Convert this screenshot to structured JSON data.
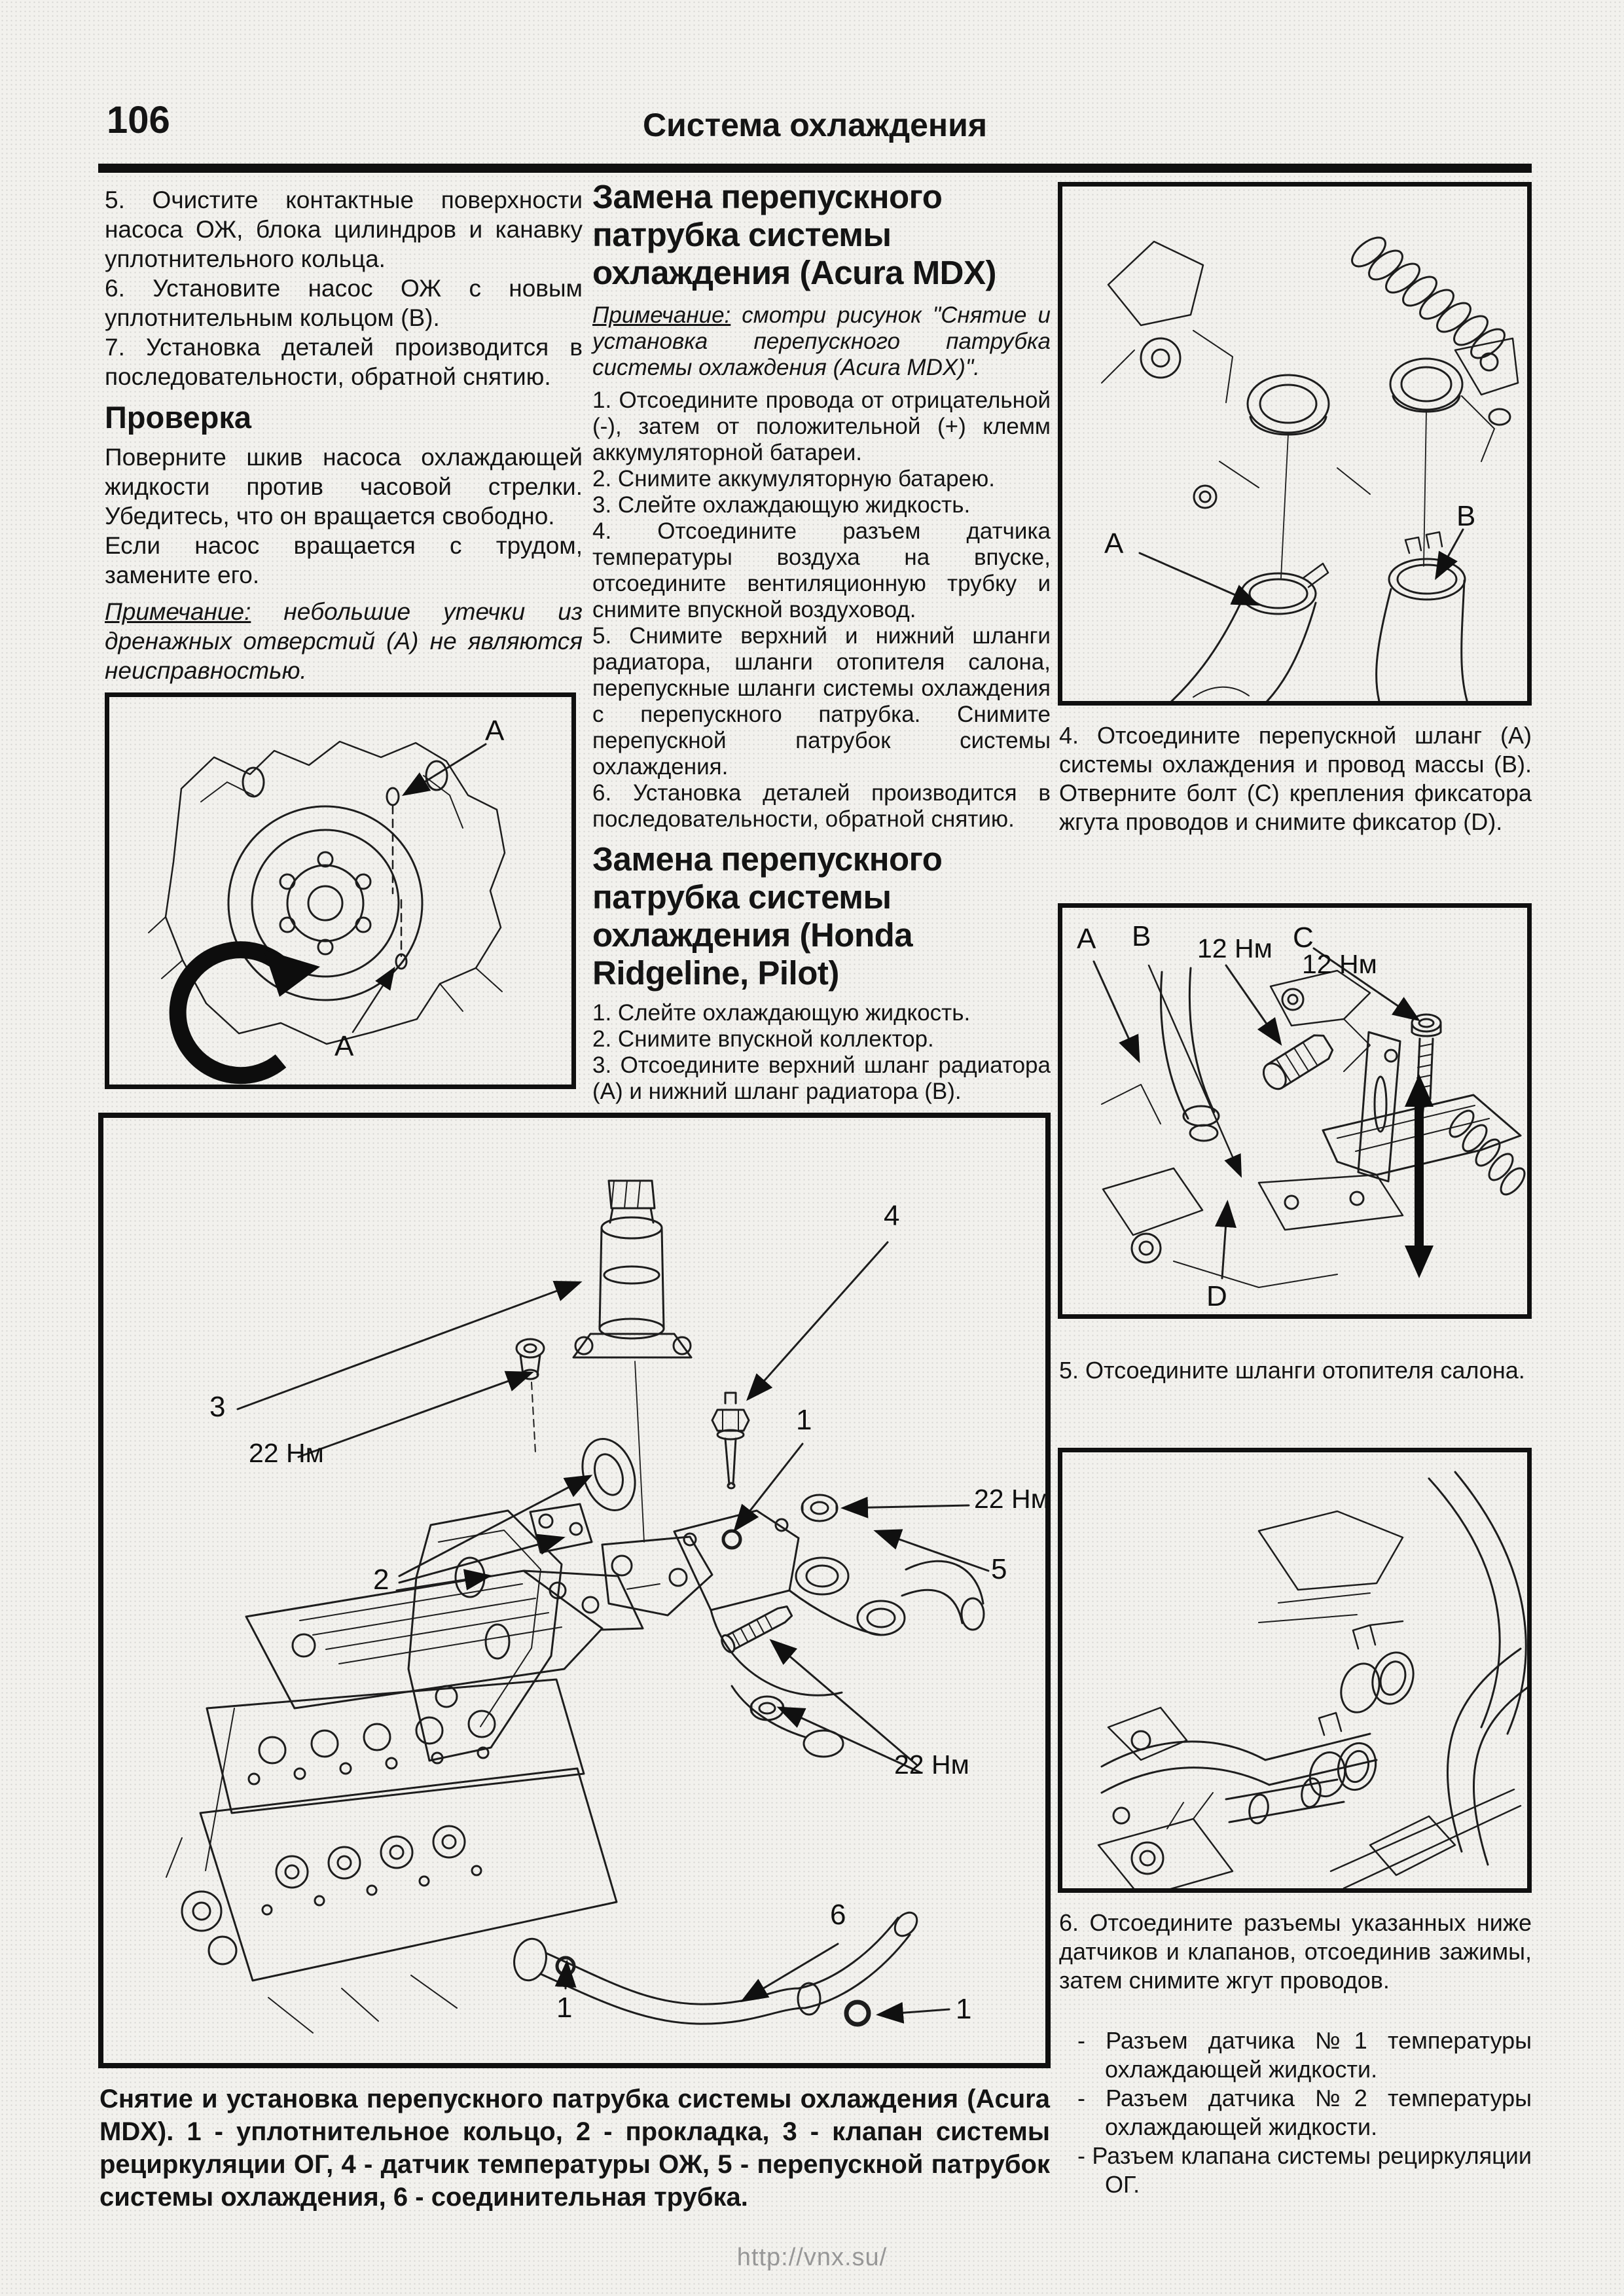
{
  "page": {
    "number": "106",
    "title": "Система охлаждения",
    "watermark": "http://vnx.su/"
  },
  "left": {
    "steps": [
      "5. Очистите контактные поверхности насоса ОЖ, блока цилиндров и канавку уплотнительного кольца.",
      "6. Установите насос ОЖ с новым уплотнительным кольцом (В).",
      "7. Установка деталей производится в последовательности, обратной снятию."
    ],
    "check_heading": "Проверка",
    "check_paras": [
      "Поверните шкив насоса охлаждающей жидкости против часовой стрелки. Убедитесь, что он вращается свободно.",
      "Если насос вращается с трудом, замените его."
    ],
    "note_label": "Примечание:",
    "note_rest": " небольшие утечки из дренажных отверстий (А) не являются неисправностью.",
    "fig_pump": {
      "a_top": "A",
      "a_bottom": "A"
    }
  },
  "middle": {
    "s1": {
      "title": "Замена перепускного патрубка системы охлаждения (Acura MDX)",
      "note_label": "Примечание:",
      "note_rest": " смотри рисунок \"Снятие и установка перепускного патрубка системы охлаждения (Acura MDX)\".",
      "steps": [
        "1. Отсоедините провода от отрицательной (-), затем от положительной (+) клемм аккумуляторной батареи.",
        "2. Снимите аккумуляторную батарею.",
        "3. Слейте охлаждающую жидкость.",
        "4. Отсоедините разъем датчика температуры воздуха на впуске, отсоедините вентиляционную трубку и снимите впускной воздуховод.",
        "5. Снимите верхний и нижний шланги радиатора, шланги отопителя салона, перепускные шланги системы охлаждения с перепускного патрубка. Снимите перепускной патрубок системы охлаждения.",
        "6. Установка деталей производится в последовательности, обратной снятию."
      ]
    },
    "s2": {
      "title": "Замена перепускного патрубка системы охлаждения (Honda Ridgeline, Pilot)",
      "steps": [
        "1. Слейте охлаждающую жидкость.",
        "2. Снимите впускной коллектор.",
        "3. Отсоедините верхний шланг радиатора (А) и нижний шланг радиатора (В)."
      ]
    }
  },
  "right": {
    "fig_hoses": {
      "a": "A",
      "b": "B"
    },
    "step4": "4. Отсоедините перепускной шланг (А) системы охлаждения и провод массы (В). Отверните болт (С) крепления фиксатора жгута проводов и снимите фиксатор (D).",
    "fig_bracket": {
      "a": "A",
      "b": "B",
      "c": "C",
      "d": "D",
      "t1": "12 Нм",
      "t2": "12 Нм"
    },
    "step5": "5. Отсоедините шланги отопителя салона.",
    "step6": "6. Отсоедините разъемы указанных ниже датчиков и клапанов, отсоединив зажимы, затем снимите жгут проводов.",
    "bullets": [
      "- Разъем датчика №1 температуры охлаждающей жидкости.",
      "- Разъем датчика №2 температуры охлаждающей жидкости.",
      "- Разъем клапана системы рециркуляции ОГ."
    ]
  },
  "main_figure": {
    "caption": "Снятие и установка перепускного патрубка системы охлаждения (Acura MDX). 1 - уплотнительное кольцо, 2 - прокладка, 3 - клапан системы рециркуляции ОГ, 4 - датчик температуры ОЖ, 5 - перепускной патрубок системы охлаждения, 6 - соединительная трубка.",
    "l1": "1",
    "l2": "2",
    "l3": "3",
    "l4": "4",
    "l5": "5",
    "l6": "6",
    "t22a": "22 Нм",
    "t22b": "22 Нм",
    "t22c": "22 Нм"
  }
}
